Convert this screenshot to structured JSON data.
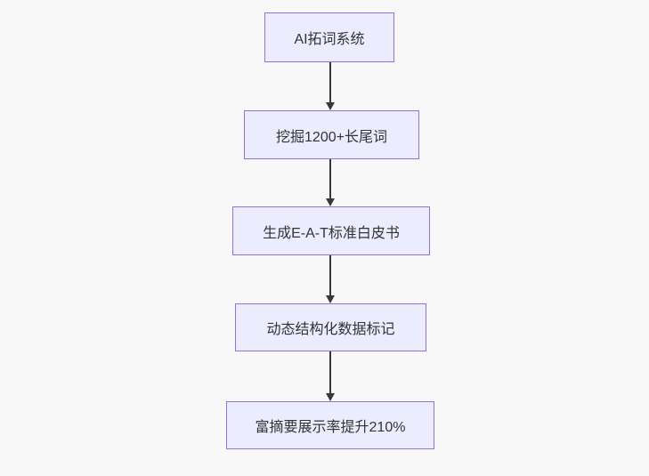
{
  "flowchart": {
    "direction": "top-to-bottom",
    "colors": {
      "background": "#f8f8f8",
      "node_fill": "#ECECFF",
      "node_border": "#9370DB",
      "edge_color": "#383838",
      "text_color": "#333333"
    },
    "nodes": [
      {
        "label": "AI拓词系统"
      },
      {
        "label": "挖掘1200+长尾词"
      },
      {
        "label": "生成E-A-T标准白皮书"
      },
      {
        "label": "动态结构化数据标记"
      },
      {
        "label": "富摘要展示率提升210%"
      }
    ],
    "edges": [
      {
        "from": 0,
        "to": 1,
        "style": "arrow-down"
      },
      {
        "from": 1,
        "to": 2,
        "style": "arrow-down"
      },
      {
        "from": 2,
        "to": 3,
        "style": "arrow-down"
      },
      {
        "from": 3,
        "to": 4,
        "style": "arrow-down"
      }
    ]
  }
}
